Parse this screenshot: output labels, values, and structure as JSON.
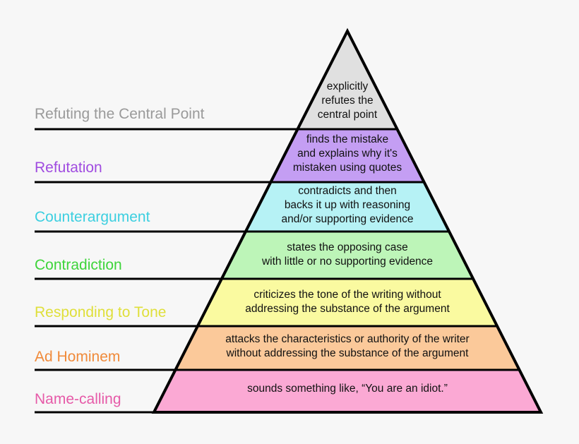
{
  "levels": [
    {
      "label": "Refuting the Central Point",
      "description": "explicitly\nrefutes the\ncentral point",
      "color": "#e0e0e0",
      "label_color": "#9a9a9a"
    },
    {
      "label": "Refutation",
      "description": "finds the mistake\nand explains why it's\nmistaken using quotes",
      "color": "#c49ef3",
      "label_color": "#a04ce0"
    },
    {
      "label": "Counterargument",
      "description": "contradicts and then\nbacks it up with reasoning\nand/or supporting evidence",
      "color": "#b6f2f5",
      "label_color": "#3ccfe0"
    },
    {
      "label": "Contradiction",
      "description": "states the opposing case\nwith little or no supporting evidence",
      "color": "#bdf5b8",
      "label_color": "#3ed43a"
    },
    {
      "label": "Responding to Tone",
      "description": "criticizes the tone of the writing without\naddressing the substance of the argument",
      "color": "#fafaa0",
      "label_color": "#dfdf3a"
    },
    {
      "label": "Ad Hominem",
      "description": "attacks the characteristics or authority of the writer\nwithout addressing the substance of the argument",
      "color": "#fbc99a",
      "label_color": "#f08a3a"
    },
    {
      "label": "Name-calling",
      "description": "sounds something like, “You are an idiot.”",
      "color": "#fba9d4",
      "label_color": "#e65aa8"
    }
  ]
}
